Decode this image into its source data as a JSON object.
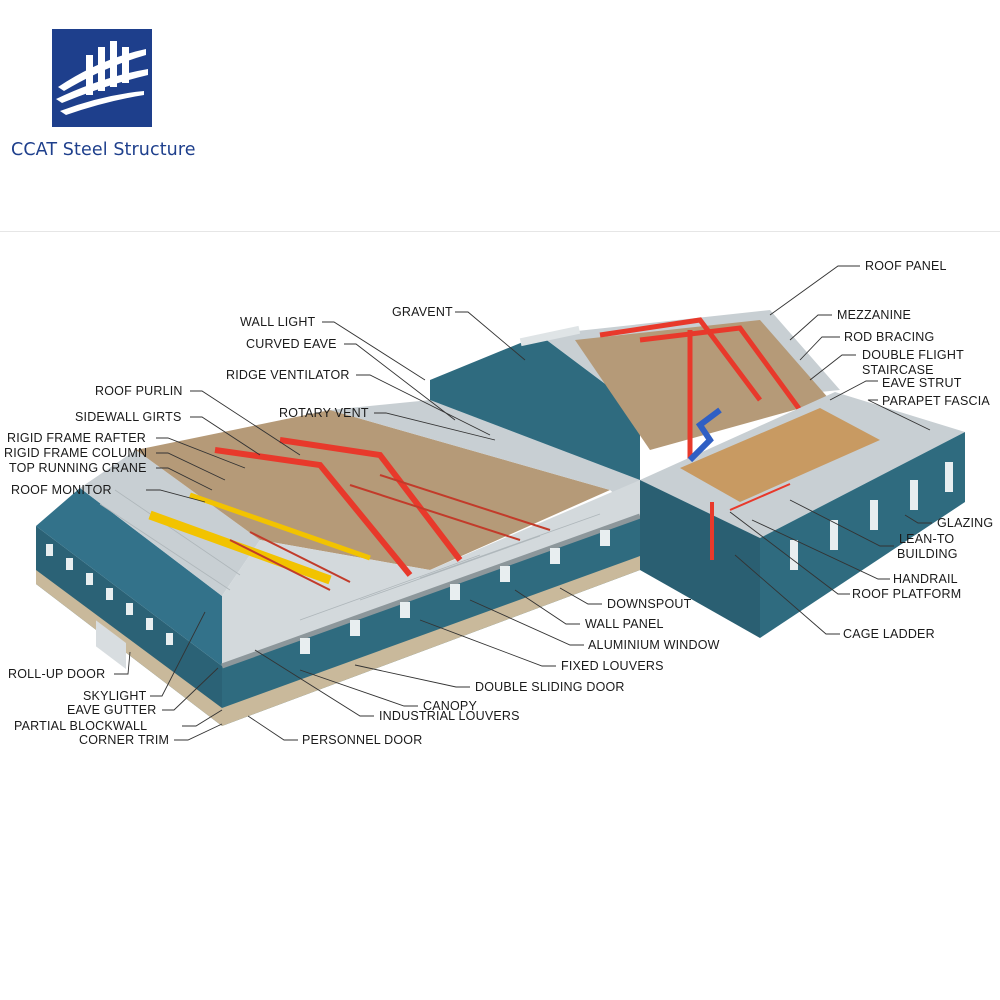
{
  "brand": {
    "name": "CCAT Steel Structure",
    "logo_icon": "ccat-building-logo",
    "colors": {
      "logo_blue": "#1e3f8c",
      "logo_light": "#ffffff"
    }
  },
  "diagram": {
    "colors": {
      "wall": "#2f6b7f",
      "roof": "#c8cfd3",
      "frame": "#e8392b",
      "crane": "#f2c300",
      "floor": "#b59a78",
      "stair": "#2f5fc4"
    },
    "labels": {
      "roof_panel": "ROOF PANEL",
      "mezzanine": "MEZZANINE",
      "rod_bracing": "ROD BRACING",
      "double_flight": "DOUBLE FLIGHT",
      "staircase": "STAIRCASE",
      "eave_strut": "EAVE STRUT",
      "parapet_fascia": "PARAPET FASCIA",
      "gravent": "GRAVENT",
      "wall_light": "WALL LIGHT",
      "curved_eave": "CURVED EAVE",
      "ridge_ventilator": "RIDGE VENTILATOR",
      "roof_purlin": "ROOF PURLIN",
      "rotary_vent": "ROTARY VENT",
      "sidewall_girts": "SIDEWALL GIRTS",
      "rigid_frame_rafter": "RIGID FRAME RAFTER",
      "rigid_frame_column": "RIGID FRAME COLUMN",
      "top_running_crane": "TOP RUNNING CRANE",
      "roof_monitor": "ROOF MONITOR",
      "glazing": "GLAZING",
      "lean_to": "LEAN-TO",
      "building": "BUILDING",
      "handrail": "HANDRAIL",
      "roof_platform": "ROOF PLATFORM",
      "downspout": "DOWNSPOUT",
      "wall_panel": "WALL PANEL",
      "aluminium_window": "ALUMINIUM WINDOW",
      "cage_ladder": "CAGE LADDER",
      "fixed_louvers": "FIXED LOUVERS",
      "roll_up_door": "ROLL-UP DOOR",
      "double_sliding_door": "DOUBLE SLIDING DOOR",
      "skylight": "SKYLIGHT",
      "canopy": "CANOPY",
      "eave_gutter": "EAVE GUTTER",
      "industrial_louvers": "INDUSTRIAL LOUVERS",
      "partial_blockwall": "PARTIAL BLOCKWALL",
      "corner_trim": "CORNER TRIM",
      "personnel_door": "PERSONNEL DOOR"
    }
  }
}
